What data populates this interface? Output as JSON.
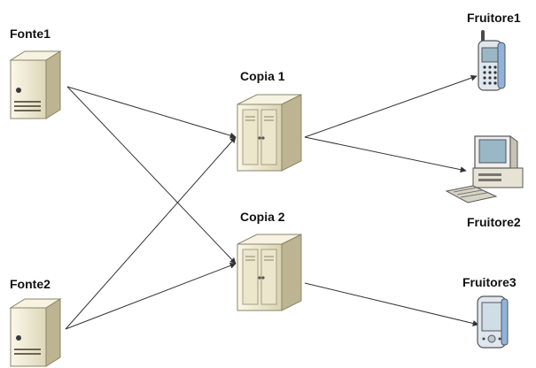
{
  "nodes": {
    "fonte1": {
      "label": "Fonte1",
      "icon": "tower-server-icon"
    },
    "fonte2": {
      "label": "Fonte2",
      "icon": "tower-server-icon"
    },
    "copia1": {
      "label": "Copia 1",
      "icon": "replica-server-icon"
    },
    "copia2": {
      "label": "Copia 2",
      "icon": "replica-server-icon"
    },
    "fruitore1": {
      "label": "Fruitore1",
      "icon": "mobile-phone-icon"
    },
    "fruitore2": {
      "label": "Fruitore2",
      "icon": "desktop-computer-icon"
    },
    "fruitore3": {
      "label": "Fruitore3",
      "icon": "pda-icon"
    }
  },
  "edges": [
    {
      "from": "fonte1",
      "to": "copia1"
    },
    {
      "from": "fonte1",
      "to": "copia2"
    },
    {
      "from": "fonte2",
      "to": "copia1"
    },
    {
      "from": "fonte2",
      "to": "copia2"
    },
    {
      "from": "copia1",
      "to": "fruitore1"
    },
    {
      "from": "copia1",
      "to": "fruitore2"
    },
    {
      "from": "copia2",
      "to": "fruitore3"
    }
  ],
  "colors": {
    "edge": "#333333",
    "server_body": "#f2eedc",
    "server_shade": "#cfc8a8",
    "device_blue": "#8fb3dc"
  }
}
